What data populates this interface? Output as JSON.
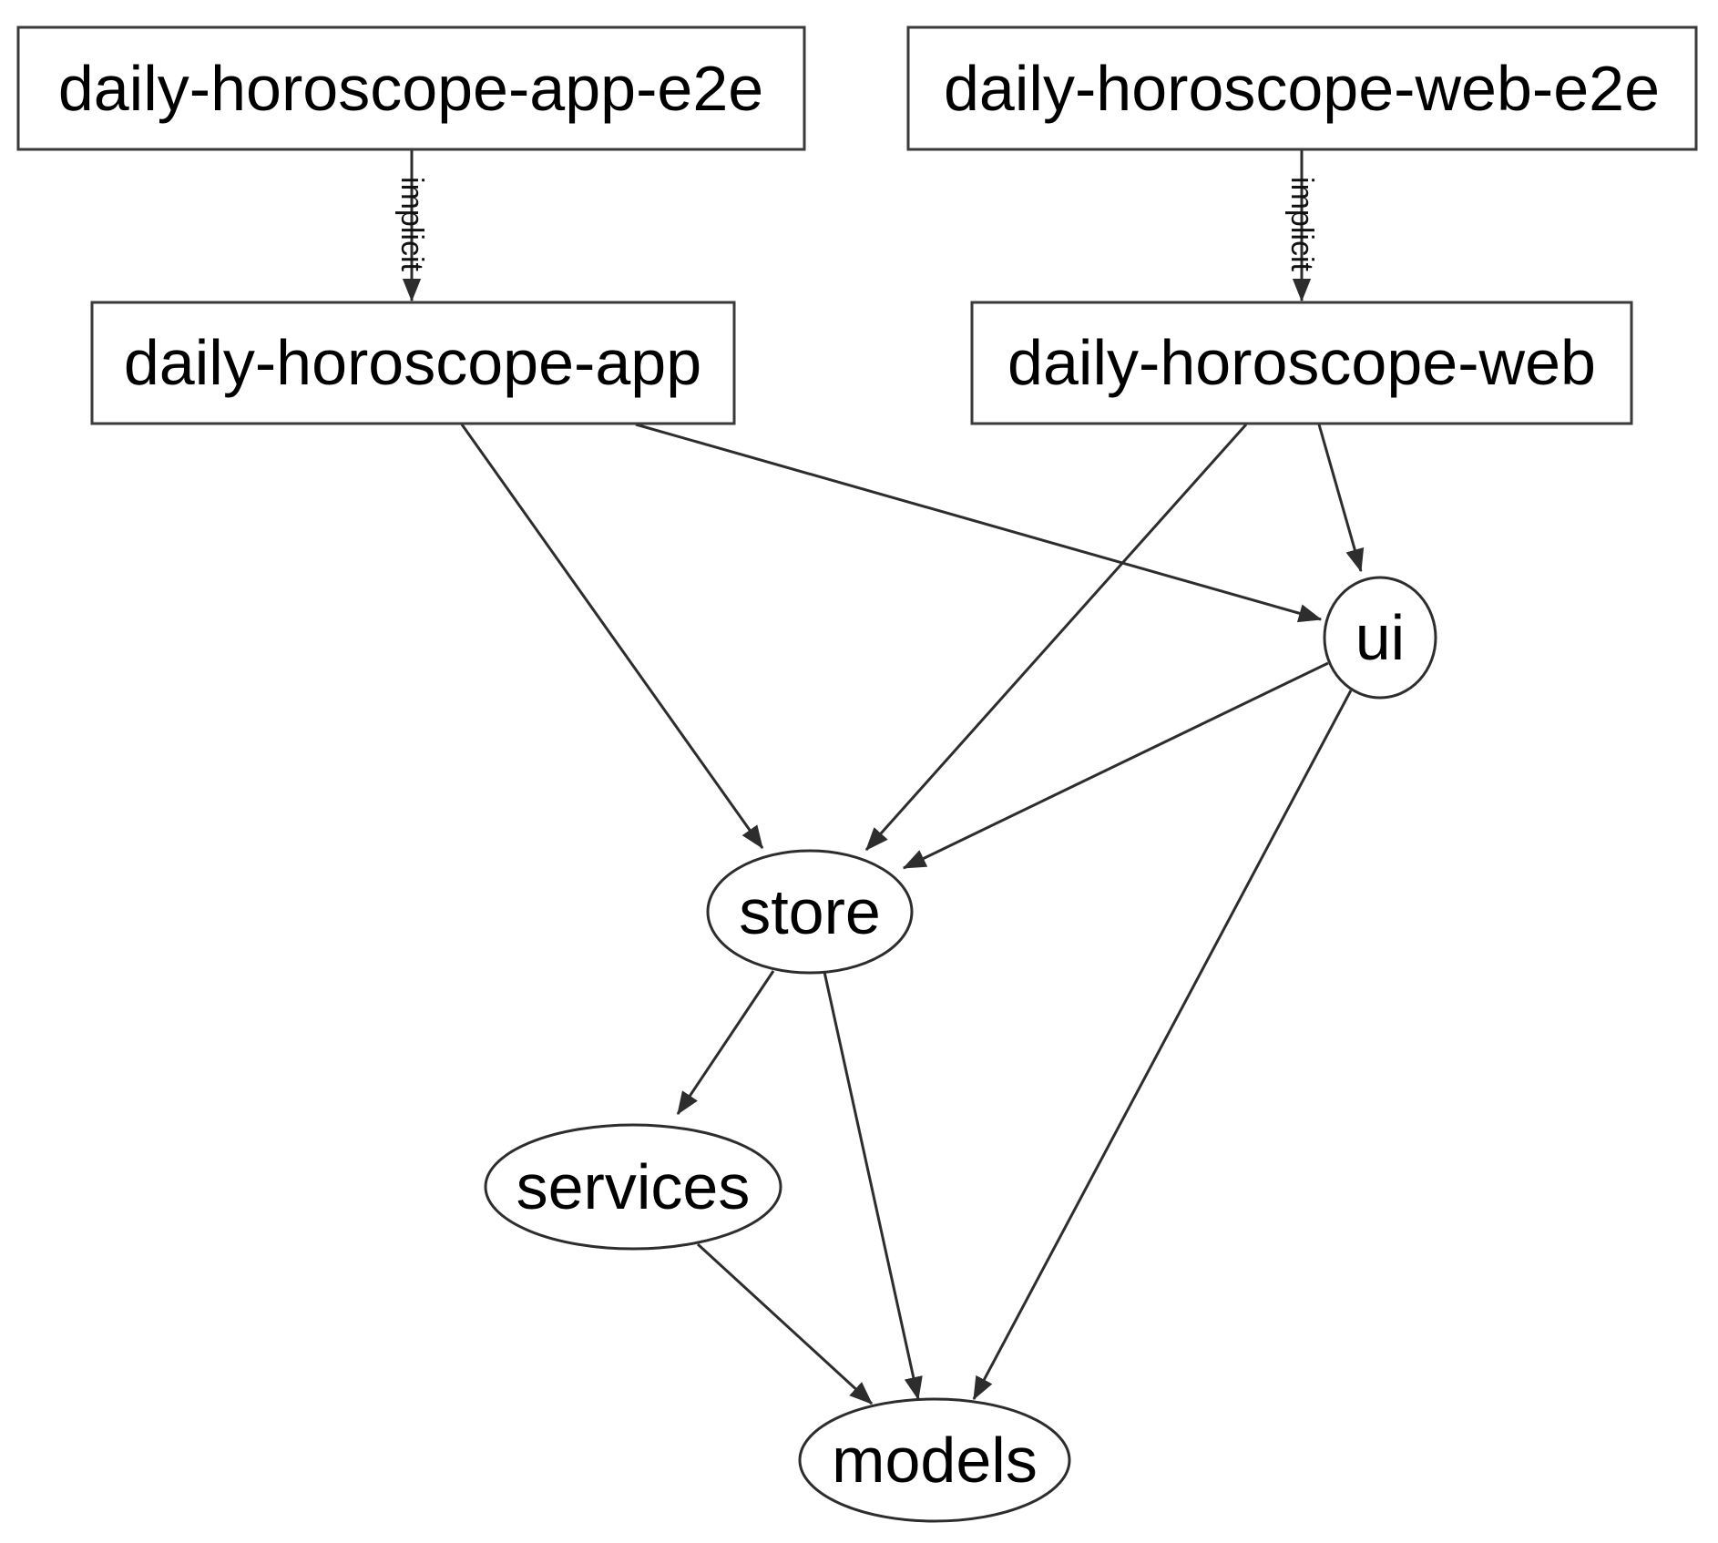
{
  "diagram": {
    "kind": "dependency-graph",
    "background_color": "#ffffff",
    "edge_color": "#2d2d2d",
    "text_color": "#000000",
    "nodes": {
      "app_e2e": {
        "label": "daily-horoscope-app-e2e",
        "shape": "rect"
      },
      "web_e2e": {
        "label": "daily-horoscope-web-e2e",
        "shape": "rect"
      },
      "app": {
        "label": "daily-horoscope-app",
        "shape": "rect"
      },
      "web": {
        "label": "daily-horoscope-web",
        "shape": "rect"
      },
      "ui": {
        "label": "ui",
        "shape": "ellipse"
      },
      "store": {
        "label": "store",
        "shape": "ellipse"
      },
      "services": {
        "label": "services",
        "shape": "ellipse"
      },
      "models": {
        "label": "models",
        "shape": "ellipse"
      }
    },
    "edges": [
      {
        "from": "daily-horoscope-app-e2e",
        "to": "daily-horoscope-app",
        "label": "implicit"
      },
      {
        "from": "daily-horoscope-web-e2e",
        "to": "daily-horoscope-web",
        "label": "implicit"
      },
      {
        "from": "daily-horoscope-app",
        "to": "store",
        "label": ""
      },
      {
        "from": "daily-horoscope-app",
        "to": "ui",
        "label": ""
      },
      {
        "from": "daily-horoscope-web",
        "to": "store",
        "label": ""
      },
      {
        "from": "daily-horoscope-web",
        "to": "ui",
        "label": ""
      },
      {
        "from": "ui",
        "to": "store",
        "label": ""
      },
      {
        "from": "ui",
        "to": "models",
        "label": ""
      },
      {
        "from": "store",
        "to": "services",
        "label": ""
      },
      {
        "from": "store",
        "to": "models",
        "label": ""
      },
      {
        "from": "services",
        "to": "models",
        "label": ""
      }
    ]
  }
}
